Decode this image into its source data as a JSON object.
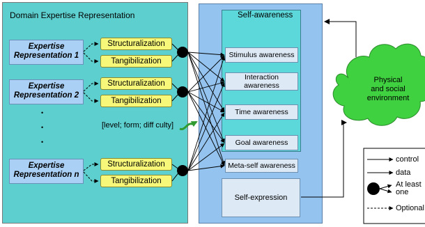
{
  "left_panel": {
    "title": "Domain Expertise Representation"
  },
  "representations": [
    {
      "line1": "Expertise",
      "line2": "Representation 1"
    },
    {
      "line1": "Expertise",
      "line2": "Representation 2"
    },
    {
      "line1": "Expertise",
      "line2": "Representation n"
    }
  ],
  "process_labels": {
    "structuralization": "Structuralization",
    "tangibilization": "Tangibilization"
  },
  "ellipsis": {
    "dot1": "•",
    "dot2": "•",
    "dot3": "•"
  },
  "annotation": "[level; form; diff culty]",
  "self_awareness": {
    "title": "Self-awareness",
    "items": {
      "stimulus": "Stimulus awareness",
      "interaction": "Interaction awareness",
      "time": "Time awareness",
      "goal": "Goal awareness"
    },
    "meta": "Meta-self awareness",
    "expression": "Self-expression"
  },
  "environment": {
    "line1": "Physical",
    "line2": "and social",
    "line3": "environment"
  },
  "legend": {
    "control": "control",
    "data": "data",
    "at_least_one_line1": "At least",
    "at_least_one_line2": "one",
    "optional": "Optional"
  },
  "colors": {
    "left_panel": "#5dcfce",
    "right_panel": "#93c3ee",
    "self_awareness_panel": "#5dd8da",
    "representation": "#aad1f5",
    "process_box": "#f7f77a",
    "awareness_box": "#dde9f5",
    "cloud": "#3fd140",
    "curved_arrow": "#2f9a2f"
  }
}
